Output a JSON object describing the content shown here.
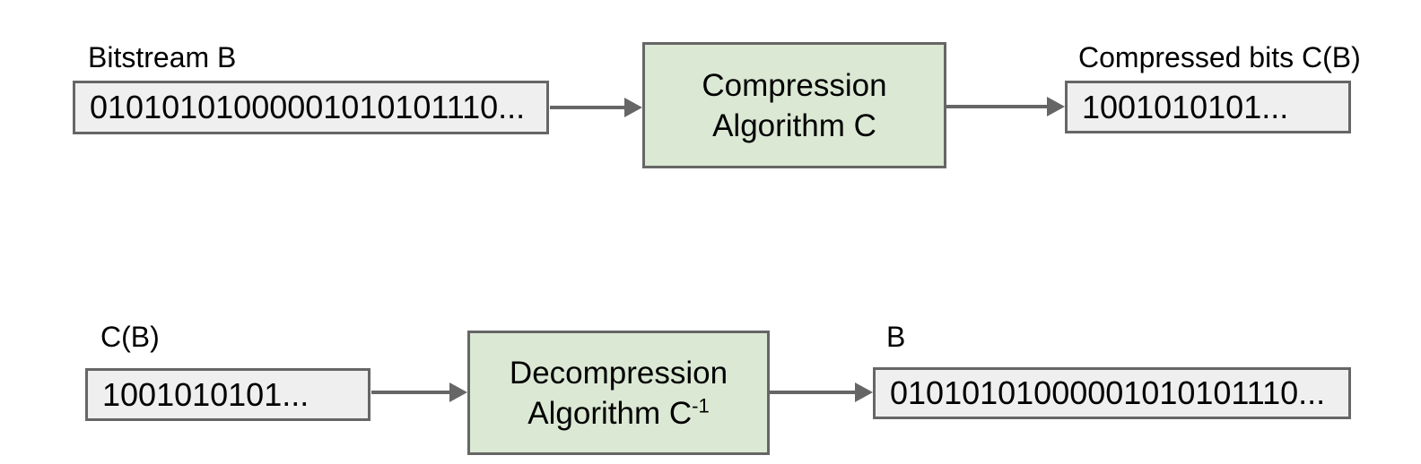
{
  "diagram": {
    "top_flow": {
      "input": {
        "label": "Bitstream B",
        "value": "01010101000001010101110..."
      },
      "process": {
        "line1": "Compression",
        "line2": "Algorithm C"
      },
      "output": {
        "label": "Compressed bits C(B)",
        "value": "1001010101..."
      }
    },
    "bottom_flow": {
      "input": {
        "label": "C(B)",
        "value": "1001010101..."
      },
      "process": {
        "line1": "Decompression",
        "line2_base": "Algorithm C",
        "line2_sup": "-1"
      },
      "output": {
        "label": "B",
        "value": "01010101000001010101110..."
      }
    },
    "colors": {
      "background": "#ffffff",
      "io_box_fill": "#efefef",
      "process_box_fill": "#dbe8d4",
      "border": "#666666",
      "arrow": "#666666",
      "text": "#000000"
    }
  }
}
